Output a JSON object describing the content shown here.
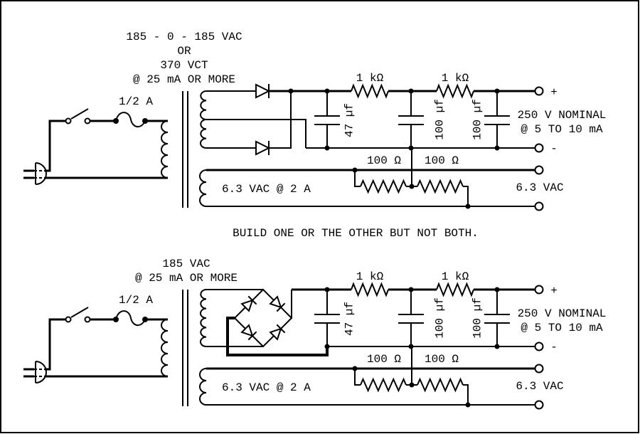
{
  "diagram": {
    "background": "#ffffff",
    "ink": "#000000",
    "caption": "BUILD ONE OR THE OTHER BUT NOT BOTH."
  },
  "top_circuit": {
    "hv_rating": [
      "185 - 0 - 185 VAC",
      "OR",
      "370 VCT",
      "@ 25 mA OR MORE"
    ],
    "fuse_rating": "1/2 A",
    "heater_winding": "6.3 VAC @ 2 A"
  },
  "bottom_circuit": {
    "hv_rating": [
      "185 VAC",
      "@ 25 mA OR MORE"
    ],
    "fuse_rating": "1/2 A",
    "heater_winding": "6.3 VAC @ 2 A"
  },
  "filter": {
    "r1": "1 kΩ",
    "r2": "1 kΩ",
    "c1": "47 µf",
    "c2": "100 µf",
    "c3": "100 µf",
    "hum_r1": "100 Ω",
    "hum_r2": "100 Ω",
    "plus": "+",
    "minus": "-",
    "output_rating": [
      "250 V NOMINAL",
      "@ 5 TO 10 mA"
    ],
    "heater_output": "6.3 VAC"
  }
}
